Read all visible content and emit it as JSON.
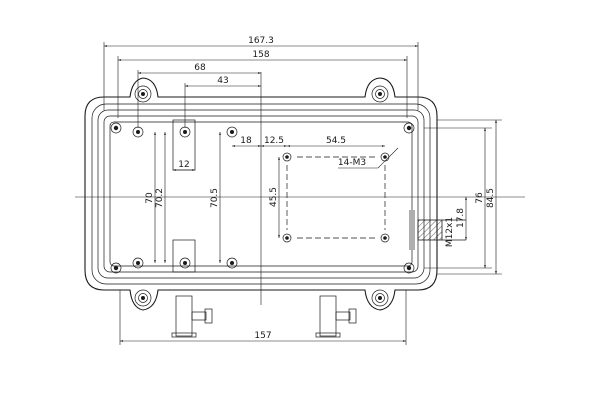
{
  "dimensions": {
    "overall_width": "167.3",
    "flange_width": "158",
    "offset_68": "68",
    "offset_43": "43",
    "slot_12": "12",
    "pitch_18": "18",
    "pitch_12_5": "12.5",
    "pitch_54_5": "54.5",
    "hole_note": "14-M3",
    "height_70": "70",
    "height_70_2": "70.2",
    "height_70_5": "70.5",
    "height_45_5": "45.5",
    "side_17_8": "17.8",
    "side_76": "76",
    "side_84_5": "84.5",
    "thread_note": "M12x1",
    "bottom_width": "157"
  }
}
